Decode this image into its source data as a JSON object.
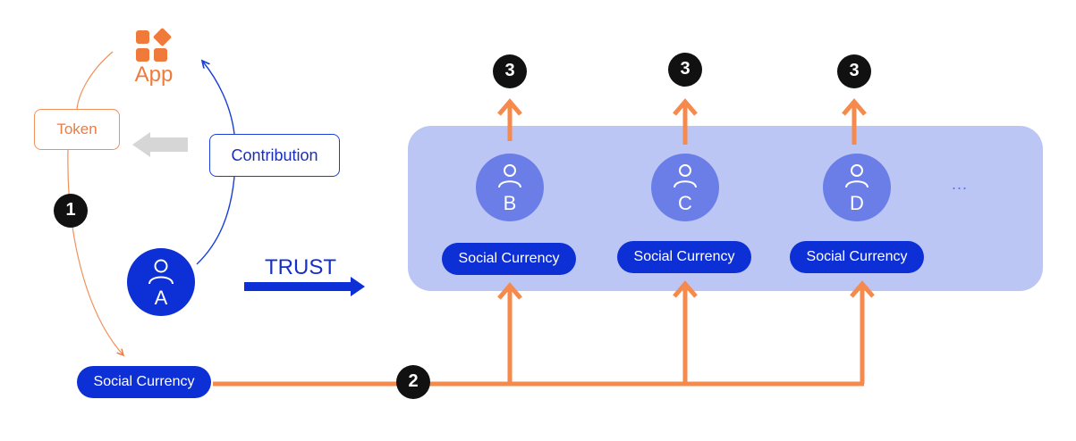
{
  "app": {
    "label": "App"
  },
  "token": {
    "label": "Token"
  },
  "contribution": {
    "label": "Contribution"
  },
  "trust": {
    "label": "TRUST"
  },
  "user_a": {
    "letter": "A"
  },
  "social_currency_source": {
    "label": "Social Currency"
  },
  "group": {
    "members": [
      {
        "letter": "B",
        "currency_label": "Social Currency",
        "step": "3"
      },
      {
        "letter": "C",
        "currency_label": "Social Currency",
        "step": "3"
      },
      {
        "letter": "D",
        "currency_label": "Social Currency",
        "step": "3"
      }
    ],
    "more": "..."
  },
  "steps": {
    "one": "1",
    "two": "2"
  },
  "colors": {
    "orange": "#f07a3a",
    "blue": "#0d2fd6",
    "group_bg": "#bcc6f4",
    "member_circle": "#6b7ee8",
    "black": "#111111",
    "gray_arrow": "#d6d6d6"
  }
}
